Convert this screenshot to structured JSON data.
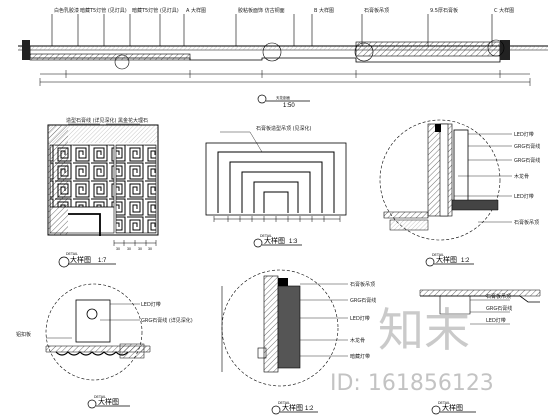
{
  "drawing": {
    "top_section": {
      "callouts": [
        "白色乳胶漆",
        "暗藏T5灯管 (见灯具)",
        "暗藏T5灯管 (见灯具)",
        "A 大样图",
        "胶粘板面饰 仿古铜面",
        "B 大样图",
        "石膏板吊顶",
        "9.5厚石膏板",
        "C 大样图"
      ],
      "title": "天花剖面",
      "scale": "1:50"
    },
    "detail_pattern": {
      "callouts": [
        "造型石膏线 (详见深化)",
        "黑金花大理石"
      ],
      "tag": "DETAIL",
      "title": "大样图",
      "scale": "1:7",
      "dims": [
        "30",
        "30",
        "30",
        "30"
      ]
    },
    "detail_steps": {
      "callouts": [
        "石膏板造型吊顶 (见深化)"
      ],
      "tag": "DETAIL",
      "title": "大样图",
      "scale": "1:3"
    },
    "detail_circle_right": {
      "callouts": [
        "LED灯带",
        "GRG石膏线",
        "GRG石膏线",
        "木龙骨",
        "LED灯带",
        "石膏板吊顶"
      ],
      "tag": "DETAIL",
      "title": "大样图",
      "scale": "1:2"
    },
    "detail_circle_small": {
      "callouts": [
        "LED灯带",
        "GRG石膏线 (详见深化)",
        "铝扣板"
      ],
      "tag": "DETAIL",
      "title": "大样图"
    },
    "detail_circle_mid": {
      "callouts": [
        "石膏板吊顶",
        "GRG石膏线",
        "LED灯带",
        "木龙骨",
        "暗藏灯带"
      ],
      "tag": "DETAIL",
      "title": "大样图",
      "scale": "1:2"
    },
    "detail_circle_bottom_right": {
      "callouts": [
        "石膏板吊顶",
        "GRG石膏线",
        "LED灯带"
      ],
      "tag": "DETAIL",
      "title": "大样图"
    }
  },
  "watermark": {
    "logo": "知末",
    "id": "ID: 161856123"
  }
}
